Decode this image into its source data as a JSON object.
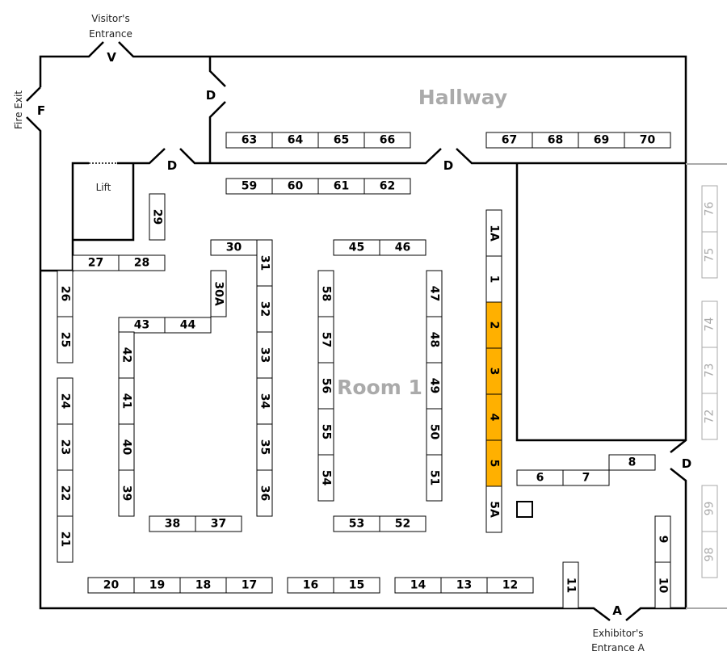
{
  "labels": {
    "hallway": "Hallway",
    "room": "Room 1",
    "lift": "Lift",
    "visitor_line1": "Visitor's",
    "visitor_line2": "Entrance",
    "visitor_door": "V",
    "fire_exit": "Fire Exit",
    "fire_door": "F",
    "door_hall_top": "D",
    "door_lift": "D",
    "door_center": "D",
    "door_right": "D",
    "exhibitor_door": "A",
    "exhibitor_line1": "Exhibitor's",
    "exhibitor_line2": "Entrance A"
  },
  "colors": {
    "highlight": "#FFB000",
    "inactive": "#aaaaaa"
  },
  "booths": [
    {
      "id": "63"
    },
    {
      "id": "64"
    },
    {
      "id": "65"
    },
    {
      "id": "66"
    },
    {
      "id": "67"
    },
    {
      "id": "68"
    },
    {
      "id": "69"
    },
    {
      "id": "70"
    },
    {
      "id": "59"
    },
    {
      "id": "60"
    },
    {
      "id": "61"
    },
    {
      "id": "62"
    },
    {
      "id": "30"
    },
    {
      "id": "45"
    },
    {
      "id": "46"
    },
    {
      "id": "27"
    },
    {
      "id": "28"
    },
    {
      "id": "43"
    },
    {
      "id": "44"
    },
    {
      "id": "38"
    },
    {
      "id": "37"
    },
    {
      "id": "53"
    },
    {
      "id": "52"
    },
    {
      "id": "20"
    },
    {
      "id": "19"
    },
    {
      "id": "18"
    },
    {
      "id": "17"
    },
    {
      "id": "16"
    },
    {
      "id": "15"
    },
    {
      "id": "14"
    },
    {
      "id": "13"
    },
    {
      "id": "12"
    },
    {
      "id": "6"
    },
    {
      "id": "7"
    },
    {
      "id": "8"
    },
    {
      "id": "29"
    },
    {
      "id": "31"
    },
    {
      "id": "32"
    },
    {
      "id": "33"
    },
    {
      "id": "34"
    },
    {
      "id": "35"
    },
    {
      "id": "36"
    },
    {
      "id": "30A"
    },
    {
      "id": "26"
    },
    {
      "id": "25"
    },
    {
      "id": "24"
    },
    {
      "id": "23"
    },
    {
      "id": "22"
    },
    {
      "id": "21"
    },
    {
      "id": "42"
    },
    {
      "id": "41"
    },
    {
      "id": "40"
    },
    {
      "id": "39"
    },
    {
      "id": "58"
    },
    {
      "id": "57"
    },
    {
      "id": "56"
    },
    {
      "id": "55"
    },
    {
      "id": "54"
    },
    {
      "id": "47"
    },
    {
      "id": "48"
    },
    {
      "id": "49"
    },
    {
      "id": "50"
    },
    {
      "id": "51"
    },
    {
      "id": "1A"
    },
    {
      "id": "1"
    },
    {
      "id": "2",
      "status": "highlighted"
    },
    {
      "id": "3",
      "status": "highlighted"
    },
    {
      "id": "4",
      "status": "highlighted"
    },
    {
      "id": "5",
      "status": "highlighted"
    },
    {
      "id": "5A"
    },
    {
      "id": "9"
    },
    {
      "id": "10"
    },
    {
      "id": "11"
    },
    {
      "id": "76",
      "status": "inactive"
    },
    {
      "id": "75",
      "status": "inactive"
    },
    {
      "id": "74",
      "status": "inactive"
    },
    {
      "id": "73",
      "status": "inactive"
    },
    {
      "id": "72",
      "status": "inactive"
    },
    {
      "id": "99",
      "status": "inactive"
    },
    {
      "id": "98",
      "status": "inactive"
    }
  ]
}
